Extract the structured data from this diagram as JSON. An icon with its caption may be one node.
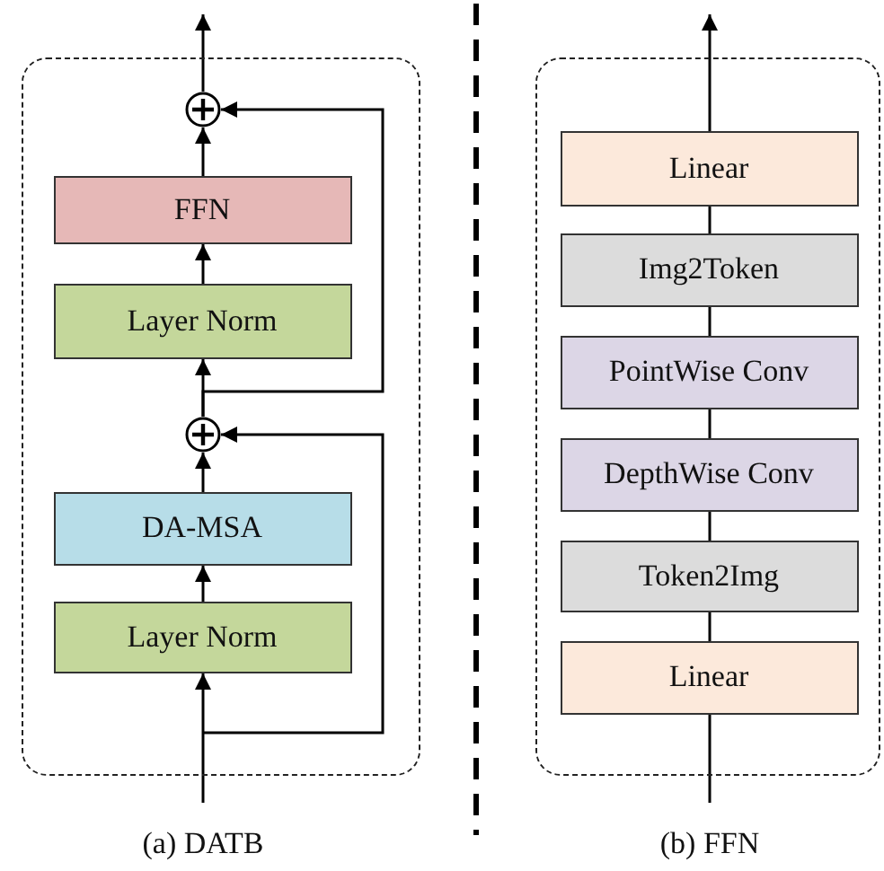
{
  "diagram": {
    "nodes": [
      {
        "text": [],
        "shape": "box"
      },
      {
        "text": [],
        "shape": "circle",
        "in": 0
      },
      {
        "text": [
          "FFN"
        ],
        "in": 0
      },
      {
        "text": [
          "Layer Norm"
        ],
        "in": 0
      },
      {
        "text": [],
        "shape": "circle",
        "in": 0
      },
      {
        "text": [
          "DA-MSA"
        ],
        "in": 0
      },
      {
        "text": [
          "Layer Norm"
        ],
        "in": 0
      },
      {
        "text": [],
        "shape": "box"
      },
      {
        "text": [
          "Linear"
        ],
        "in": 7
      },
      {
        "text": [
          "Img2Token"
        ],
        "in": 7
      },
      {
        "text": [
          "PointWise Conv"
        ],
        "in": 7
      },
      {
        "text": [
          "DepthWise Conv"
        ],
        "in": 7
      },
      {
        "text": [
          "Token2Img"
        ],
        "in": 7
      },
      {
        "text": [
          "Linear"
        ],
        "in": 7
      }
    ],
    "edges": [
      {
        "from": null,
        "to": 6,
        "arrow": "to"
      },
      {
        "from": null,
        "to": 4,
        "arrow": "to"
      },
      {
        "from": 6,
        "to": 5,
        "arrow": "to"
      },
      {
        "from": 5,
        "to": 4,
        "arrow": "to"
      },
      {
        "from": 4,
        "to": 3,
        "arrow": "to"
      },
      {
        "from": 4,
        "to": 1,
        "arrow": "to"
      },
      {
        "from": 3,
        "to": 2,
        "arrow": "to"
      },
      {
        "from": 2,
        "to": 1,
        "arrow": "to"
      },
      {
        "from": 1,
        "to": null,
        "arrow": "to"
      },
      {
        "from": null,
        "to": 13,
        "arrow": "none"
      },
      {
        "from": 13,
        "to": 12,
        "arrow": "none"
      },
      {
        "from": 12,
        "to": 11,
        "arrow": "none"
      },
      {
        "from": 11,
        "to": 10,
        "arrow": "none"
      },
      {
        "from": 10,
        "to": 9,
        "arrow": "none"
      },
      {
        "from": 9,
        "to": 8,
        "arrow": "none"
      },
      {
        "from": 8,
        "to": null,
        "arrow": "to"
      }
    ],
    "labels": [
      "(a) DATB",
      "(b) FFN"
    ]
  }
}
